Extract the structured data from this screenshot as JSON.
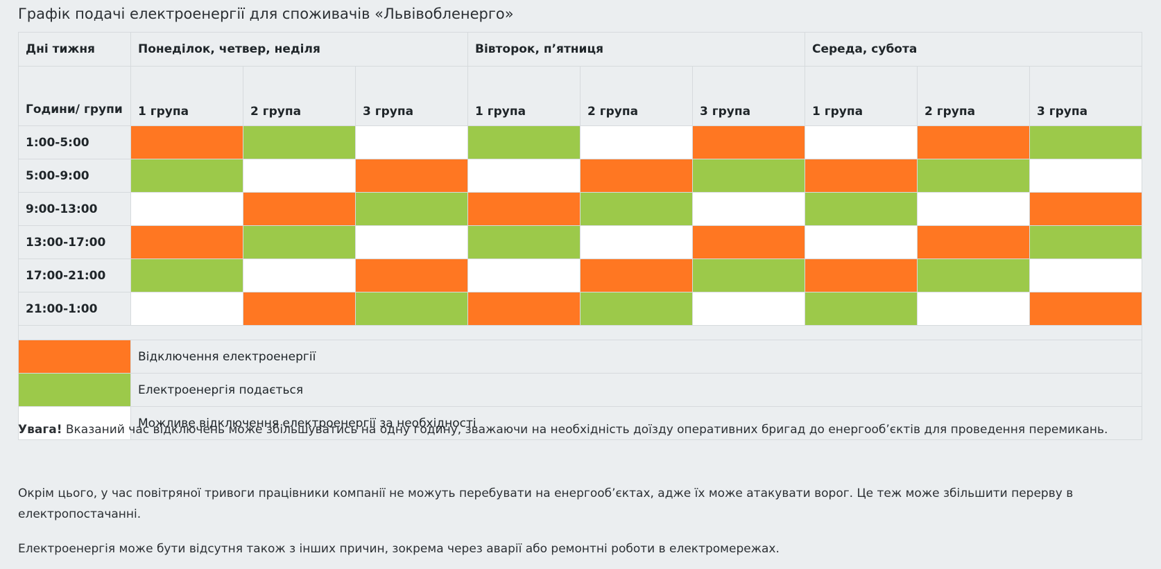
{
  "title": "Графік подачі електроенергії для споживачів «Львівобленерго»",
  "colors": {
    "off": "#ff7722",
    "on": "#9cc94a",
    "possible": "#ffffff",
    "border": "#d6dadd",
    "background": "#ebeef0"
  },
  "table": {
    "days_header": "Дні тижня",
    "day_groups": [
      "Понеділок, четвер, неділя",
      "Вівторок, п’ятниця",
      "Середа, субота"
    ],
    "hours_header": "Години/ групи",
    "group_labels": [
      "1 група",
      "2 група",
      "3 група",
      "1 група",
      "2 група",
      "3 група",
      "1 група",
      "2 група",
      "3 група"
    ],
    "rows": [
      {
        "time": "1:00-5:00",
        "cells": [
          "off",
          "on",
          "possible",
          "on",
          "possible",
          "off",
          "possible",
          "off",
          "on"
        ]
      },
      {
        "time": "5:00-9:00",
        "cells": [
          "on",
          "possible",
          "off",
          "possible",
          "off",
          "on",
          "off",
          "on",
          "possible"
        ]
      },
      {
        "time": "9:00-13:00",
        "cells": [
          "possible",
          "off",
          "on",
          "off",
          "on",
          "possible",
          "on",
          "possible",
          "off"
        ]
      },
      {
        "time": "13:00-17:00",
        "cells": [
          "off",
          "on",
          "possible",
          "on",
          "possible",
          "off",
          "possible",
          "off",
          "on"
        ]
      },
      {
        "time": "17:00-21:00",
        "cells": [
          "on",
          "possible",
          "off",
          "possible",
          "off",
          "on",
          "off",
          "on",
          "possible"
        ]
      },
      {
        "time": "21:00-1:00",
        "cells": [
          "possible",
          "off",
          "on",
          "off",
          "on",
          "possible",
          "on",
          "possible",
          "off"
        ]
      }
    ]
  },
  "legend": [
    {
      "status": "off",
      "label": "Відключення електроенергії"
    },
    {
      "status": "on",
      "label": "Електроенергія подається"
    },
    {
      "status": "possible",
      "label": "Можливе відключення електроенергії за необхідності"
    }
  ],
  "notes": {
    "warning_bold": "Увага!",
    "warning_text": " Вказаний час відключень може збільшуватись на одну годину, зважаючи на необхідність доїзду оперативних бригад до енергооб’єктів для проведення перемикань.",
    "air_raid": "Окрім цього, у час повітряної тривоги працівники компанії не можуть перебувати на енергооб’єктах, адже їх може атакувати ворог. Це теж може збільшити перерву в електропостачанні.",
    "other_reasons": "Електроенергія може бути відсутня також з інших причин, зокрема через аварії або ремонтні роботи в електромережах."
  }
}
